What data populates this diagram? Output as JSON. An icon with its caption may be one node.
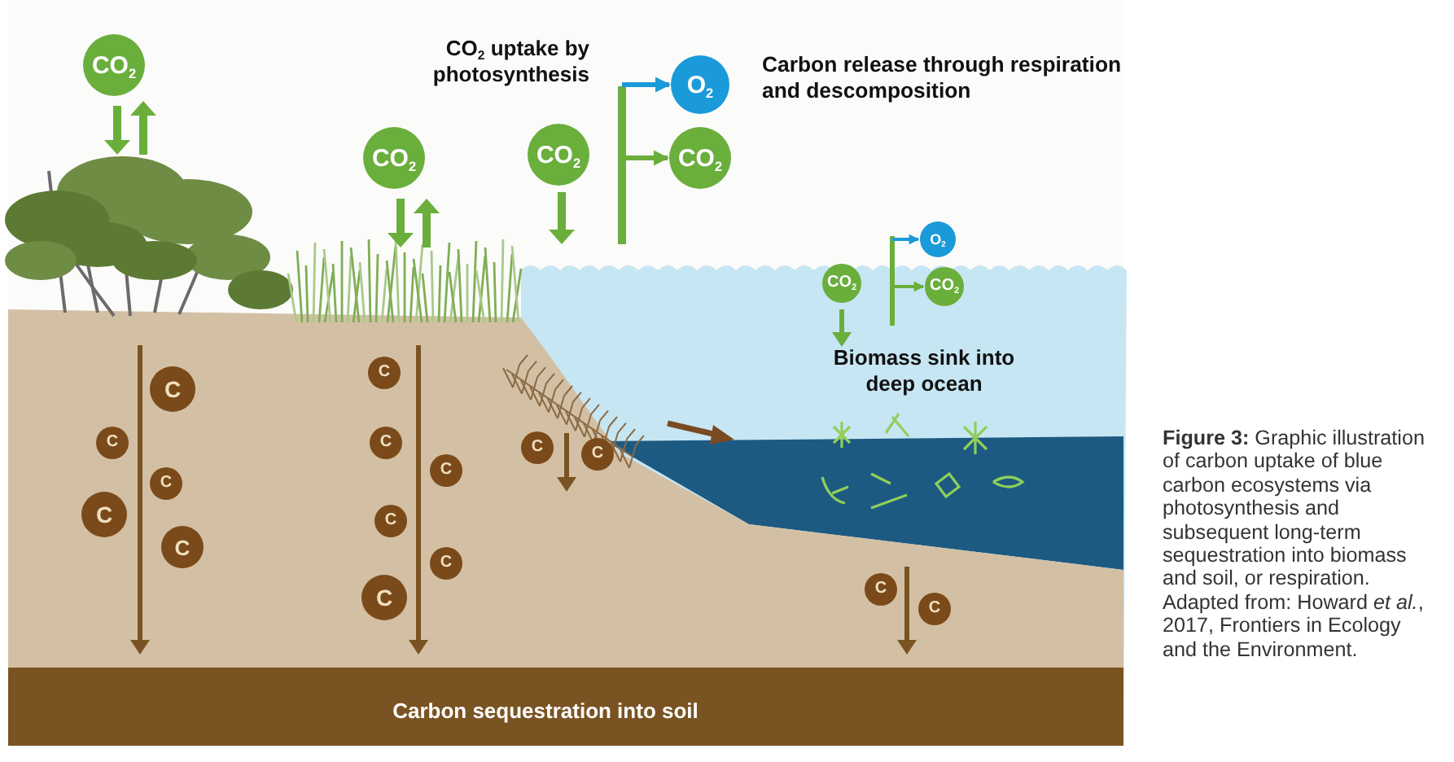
{
  "diagram": {
    "caption": "**Figure 3:** Graphic illustration of carbon uptake of blue carbon ecosystems via photosynthesis and subsequent long-term sequestration into biomass and soil, or respiration. Adapted from: Howard *et al.*, 2017, Frontiers in Ecology and the Environment.",
    "nodes": [
      {
        "text": [
          "CO$_{2}$"
        ]
      },
      {
        "text": [
          "O$_{2}$"
        ]
      },
      {
        "text": [
          "CO$_{2}$"
        ]
      },
      {
        "text": [
          "CO$_{2}$"
        ]
      },
      {
        "text": [
          "CO$_{2}$"
        ]
      },
      {
        "text": [
          "O$_{2}$"
        ]
      },
      {
        "text": [
          "CO$_{2}$"
        ]
      },
      {
        "text": [
          "CO$_{2}$"
        ]
      },
      {
        "text": [
          "C"
        ]
      },
      {
        "text": [
          "C"
        ]
      },
      {
        "text": [
          "C"
        ]
      },
      {
        "text": [
          "C"
        ]
      },
      {
        "text": [
          "C"
        ]
      },
      {
        "text": [
          "C"
        ]
      },
      {
        "text": [
          "C"
        ]
      },
      {
        "text": [
          "C"
        ]
      },
      {
        "text": [
          "C"
        ]
      },
      {
        "text": [
          "C"
        ]
      },
      {
        "text": [
          "C"
        ]
      },
      {
        "text": [
          "C"
        ]
      },
      {
        "text": [
          "C"
        ]
      },
      {
        "text": [
          "C"
        ]
      },
      {
        "text": [
          "C"
        ]
      }
    ],
    "edges": [
      {
        "from": null,
        "to": 1,
        "arrow": "to",
        "color": "#1a9ad9"
      },
      {
        "from": null,
        "to": 4,
        "arrow": "to",
        "color": "#6aae3c"
      },
      {
        "from": null,
        "to": 5,
        "arrow": "to",
        "color": "#1a9ad9"
      },
      {
        "from": null,
        "to": 7,
        "arrow": "to",
        "color": "#6aae3c"
      }
    ],
    "labels": [
      "CO$_{2}$ uptake by photosynthesis",
      "Carbon release through respiration and descomposition",
      "Biomass sink into deep ocean",
      "Carbon sequestration into soil"
    ]
  }
}
